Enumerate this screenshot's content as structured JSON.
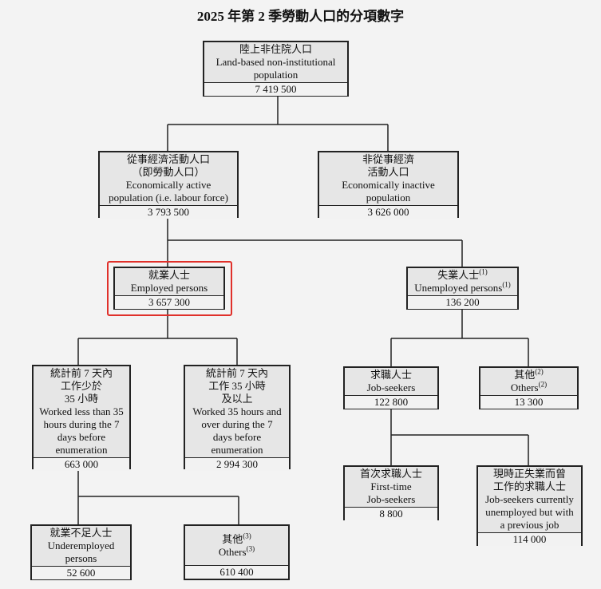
{
  "title": "2025 年第 2 季勞動人口的分項數字",
  "nodes": {
    "population": {
      "zh": "陸上非住院人口",
      "en1": "Land-based non-institutional",
      "en2": "population",
      "value": "7 419 500"
    },
    "active": {
      "zh1": "從事經濟活動人口",
      "zh2": "（即勞動人口）",
      "en1": "Economically active",
      "en2": "population (i.e. labour force)",
      "value": "3 793 500"
    },
    "inactive": {
      "zh1": "非從事經濟",
      "zh2": "活動人口",
      "en1": "Economically inactive",
      "en2": "population",
      "value": "3 626 000"
    },
    "employed": {
      "zh": "就業人士",
      "en": "Employed persons",
      "value": "3 657 300"
    },
    "unemployed": {
      "zh": "失業人士",
      "en": "Unemployed persons",
      "note": "(1)",
      "value": "136 200"
    },
    "less35": {
      "zh1": "統計前 7 天內",
      "zh2": "工作少於",
      "zh3": "35 小時",
      "en1": "Worked less than 35",
      "en2": "hours during the 7",
      "en3": "days before",
      "en4": "enumeration",
      "value": "663 000"
    },
    "over35": {
      "zh1": "統計前 7 天內",
      "zh2": "工作 35 小時",
      "zh3": "及以上",
      "en1": "Worked 35 hours and",
      "en2": "over during the 7",
      "en3": "days before",
      "en4": "enumeration",
      "value": "2 994 300"
    },
    "jobseekers": {
      "zh": "求職人士",
      "en": "Job-seekers",
      "value": "122 800"
    },
    "others2": {
      "zh": "其他",
      "en": "Others",
      "note": "(2)",
      "value": "13 300"
    },
    "firsttime": {
      "zh": "首次求職人士",
      "en1": "First-time",
      "en2": "Job-seekers",
      "value": "8 800"
    },
    "previousjob": {
      "zh1": "現時正失業而曾",
      "zh2": "工作的求職人士",
      "en1": "Job-seekers currently",
      "en2": "unemployed but with",
      "en3": "a previous job",
      "value": "114 000"
    },
    "underemployed": {
      "zh": "就業不足人士",
      "en1": "Underemployed",
      "en2": "persons",
      "value": "52 600"
    },
    "others3": {
      "zh": "其他",
      "en": "Others",
      "note": "(3)",
      "value": "610 400"
    }
  }
}
